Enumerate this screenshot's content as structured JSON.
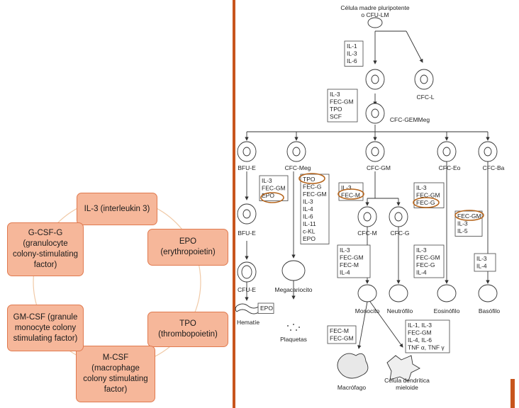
{
  "cycle": {
    "accent": "#f6b79a",
    "nodes": [
      {
        "id": "il3",
        "label": "IL-3 (interleukin 3)"
      },
      {
        "id": "epo",
        "label": "EPO (erythropoietin)"
      },
      {
        "id": "tpo",
        "label": "TPO (thrombopoietin)"
      },
      {
        "id": "mcsf",
        "label": "M-CSF (macrophage colony stimulating factor)"
      },
      {
        "id": "gmcsf",
        "label": "GM-CSF (granule monocyte colony stimulating factor)"
      },
      {
        "id": "gcsf",
        "label": "G-CSF-G (granulocyte colony-stimulating factor)"
      }
    ]
  },
  "tree": {
    "stem_cell": "Célula madre pluripotente",
    "stem_cell2": "o CFU-LM",
    "cfc_l": "CFC-L",
    "cfc_gemmeg": "CFC-GEMMeg",
    "bfu_e": "BFU-E",
    "cfc_meg": "CFC-Meg",
    "cfc_gm": "CFC-GM",
    "cfc_eo": "CFC-Eo",
    "cfc_ba": "CFC-Ba",
    "bfu_e2": "BFU-E",
    "cfc_m": "CFC-M",
    "cfc_g": "CFC-G",
    "cfu_e": "CFU-E",
    "megacariocito": "Megacariocito",
    "monocito": "Monocito",
    "neutrofilo": "Neutrófilo",
    "eosinofilo": "Eosinófilo",
    "basofilo": "Basófilo",
    "hematie": "Hematíe",
    "plaquetas": "Plaquetas",
    "macrofago": "Macrófago",
    "dendritica1": "Célula dendrítica",
    "dendritica2": "mieloide",
    "boxes": {
      "b1": [
        "IL-1",
        "IL-3",
        "IL-6"
      ],
      "b2": [
        "IL-3",
        "FEC-GM",
        "TPO",
        "SCF"
      ],
      "b3": [
        "IL-3",
        "FEC-GM",
        "EPO"
      ],
      "b4": [
        "TPO",
        "FEC-G",
        "FEC-GM",
        "IL-3",
        "IL-4",
        "IL-6",
        "IL-11",
        "c-KL",
        "EPO"
      ],
      "b5": [
        "IL-3",
        "FEC-M"
      ],
      "b6": [
        "IL-3",
        "FEC-GM",
        "FEC-G"
      ],
      "b7": [
        "FEC-GM",
        "IL-3",
        "IL-5"
      ],
      "b8": [
        "IL-3",
        "FEC-GM",
        "FEC-M",
        "IL-4"
      ],
      "b9": [
        "IL-3",
        "FEC-GM",
        "FEC-G",
        "IL-4"
      ],
      "b10": [
        "IL-3",
        "IL-4"
      ],
      "b11": [
        "EPO"
      ],
      "b12": [
        "FEC-M",
        "FEC-GM"
      ],
      "b13": [
        "IL-1, IL-3",
        "FEC-GM",
        "IL-4, IL-6",
        "TNF α, TNF γ"
      ]
    },
    "highlight_color": "#b5651d"
  }
}
